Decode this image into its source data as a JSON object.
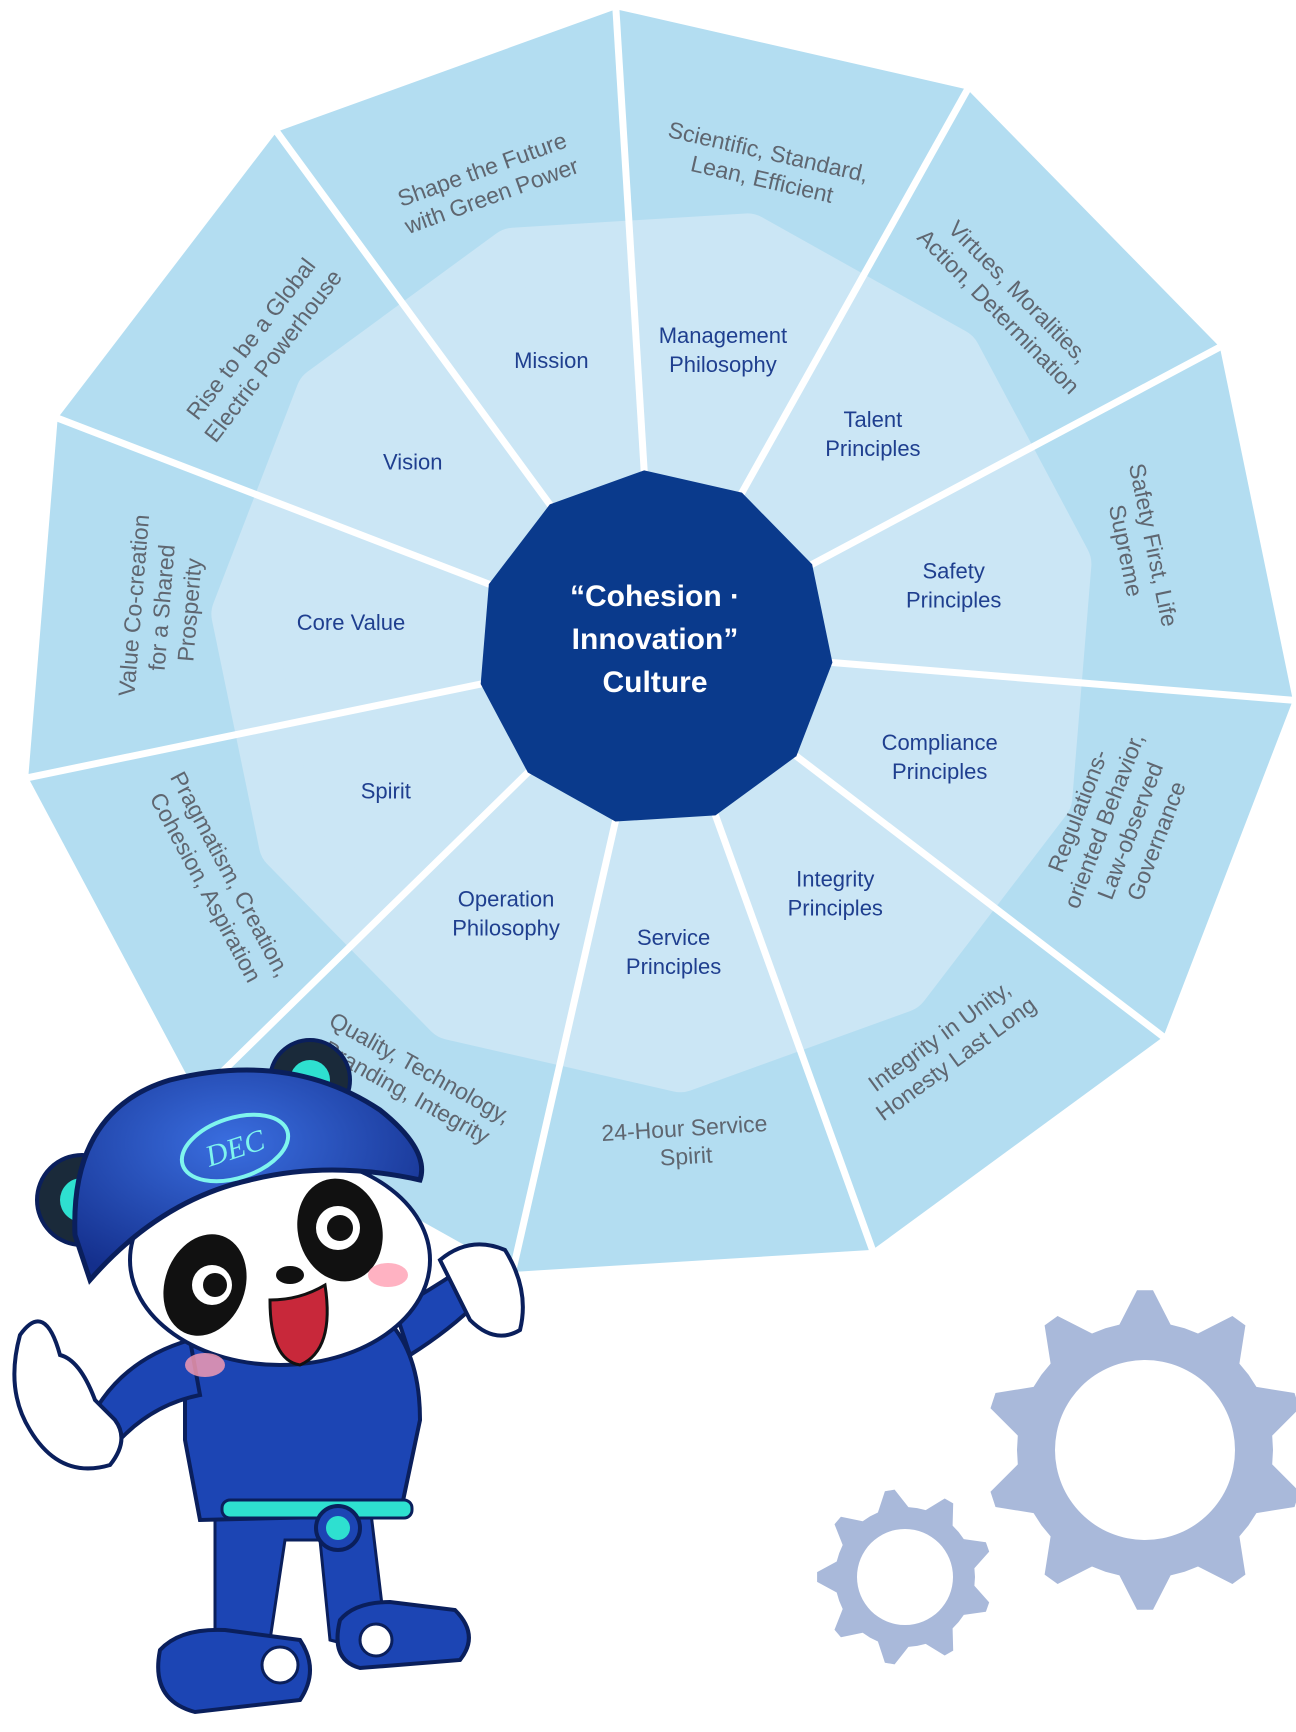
{
  "center": {
    "title_lines": [
      "“Cohesion ·",
      "Innovation”",
      "Culture"
    ]
  },
  "wedges": [
    {
      "inner_lines": [
        "Management",
        "Philosophy"
      ],
      "outer_lines": [
        "Scientific, Standard,",
        "Lean, Efficient"
      ]
    },
    {
      "inner_lines": [
        "Talent",
        "Principles"
      ],
      "outer_lines": [
        "Virtues, Moralities,",
        "Action, Determination"
      ]
    },
    {
      "inner_lines": [
        "Safety",
        "Principles"
      ],
      "outer_lines": [
        "Safety First, Life",
        "Supreme"
      ]
    },
    {
      "inner_lines": [
        "Compliance",
        "Principles"
      ],
      "outer_lines": [
        "Regulations-",
        "oriented Behavior,",
        "Law-observed",
        "Governance"
      ]
    },
    {
      "inner_lines": [
        "Integrity",
        "Principles"
      ],
      "outer_lines": [
        "Integrity in Unity,",
        "Honesty Last Long"
      ]
    },
    {
      "inner_lines": [
        "Service",
        "Principles"
      ],
      "outer_lines": [
        "24-Hour Service",
        "Spirit"
      ]
    },
    {
      "inner_lines": [
        "Operation",
        "Philosophy"
      ],
      "outer_lines": [
        "Quality, Technology,",
        "Branding, Integrity"
      ]
    },
    {
      "inner_lines": [
        "Spirit"
      ],
      "outer_lines": [
        "Pragmatism, Creation,",
        "Cohesion, Aspiration"
      ]
    },
    {
      "inner_lines": [
        "Core Value"
      ],
      "outer_lines": [
        "Value Co-creation",
        "for a Shared",
        "Prosperity"
      ]
    },
    {
      "inner_lines": [
        "Vision"
      ],
      "outer_lines": [
        "Rise to be a Global",
        "Electric Powerhouse"
      ]
    },
    {
      "inner_lines": [
        "Mission"
      ],
      "outer_lines": [
        "Shape the Future",
        "with Green Power"
      ]
    }
  ],
  "mascot": {
    "helmet_logo": "DEC",
    "name": "panda-mascot"
  },
  "colors": {
    "outer_ring": "#b3ddf1",
    "inner_ring": "#cbe6f5",
    "center": "#0a3a8c",
    "separator": "#ffffff",
    "gear": "#a9b9da",
    "mascot_blue": "#1c45b4",
    "mascot_accent": "#2ee0d0"
  }
}
